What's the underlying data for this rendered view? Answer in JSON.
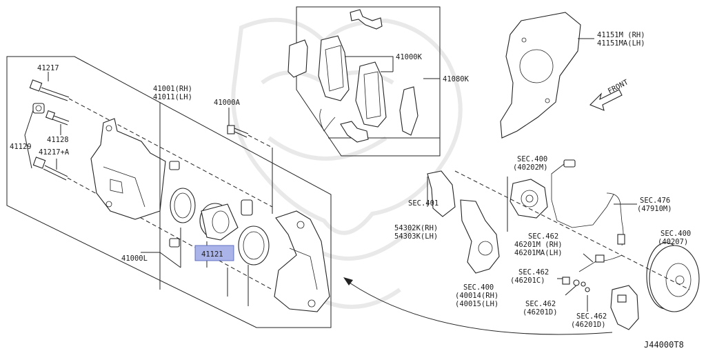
{
  "diagram": {
    "highlight_color": "#aab4e8",
    "labels": {
      "p41217": "41217",
      "p41129": "41129",
      "p41128": "41128",
      "p41217a": "41217+A",
      "p41001": "41001(RH)",
      "p41011": "41011(LH)",
      "p41000a": "41000A",
      "p41000k": "41000K",
      "p41080k": "41080K",
      "p41151m": "41151M (RH)",
      "p41151ma": "41151MA(LH)",
      "front": "FRONT",
      "p41000l": "41000L",
      "p41121": "41121",
      "sec400a_1": "SEC.400",
      "sec400a_2": "(40202M)",
      "sec476_1": "SEC.476",
      "sec476_2": "(47910M)",
      "sec401_1": "SEC.401",
      "sec401_2": "54302K(RH)",
      "sec401_3": "54303K(LH)",
      "sec462a_1": "SEC.462",
      "sec462a_2": "46201M (RH)",
      "sec462a_3": "46201MA(LH)",
      "sec400b_1": "SEC.400",
      "sec400b_2": "(40207)",
      "sec462b_1": "SEC.462",
      "sec462b_2": "(46201C)",
      "sec400c_1": "SEC.400",
      "sec400c_2": "(40014(RH)",
      "sec400c_3": "(40015(LH)",
      "sec462c_1": "SEC.462",
      "sec462c_2": "(46201D)",
      "sec462d_1": "SEC.462",
      "sec462d_2": "(46201D)",
      "figure_code": "J44000T8"
    }
  }
}
